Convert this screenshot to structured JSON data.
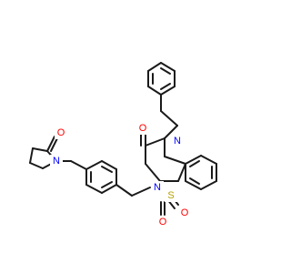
{
  "atoms": {
    "o_lactam": "O",
    "n_benzyl": "N",
    "n_sulfonamide": "N",
    "s": "S",
    "o_sulfonyl_1": "O",
    "o_sulfonyl_2": "O",
    "o_pyrrolidinone": "O",
    "n_pyrrolidinone": "N"
  },
  "colors": {
    "bond": "#1a1a1a",
    "oxygen": "#ff0000",
    "nitrogen": "#0000ff",
    "sulfur": "#b5a000"
  }
}
